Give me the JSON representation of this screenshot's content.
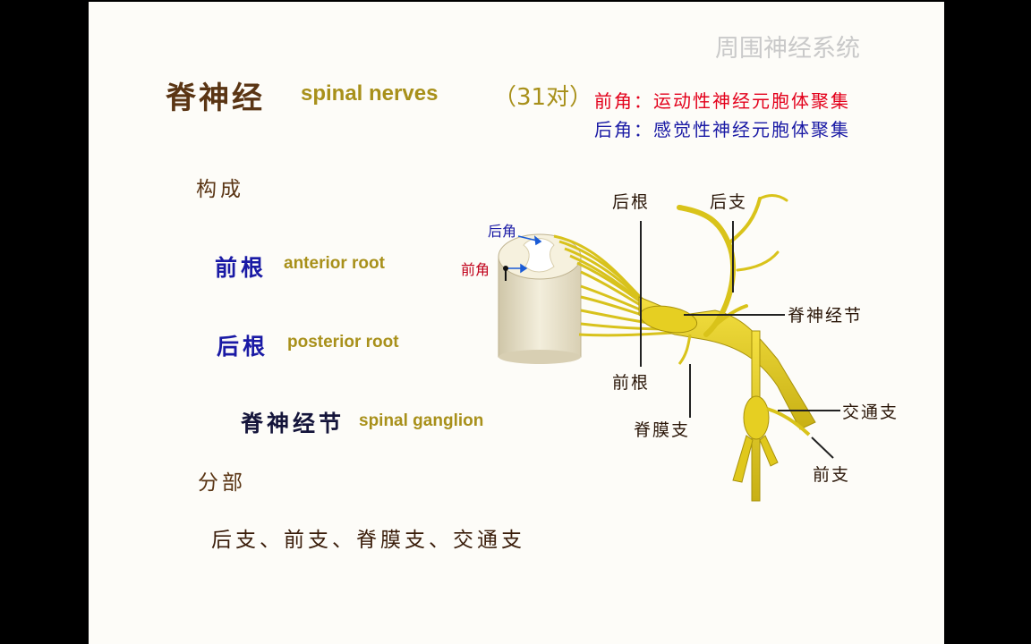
{
  "watermark": "周围神经系统",
  "title": {
    "cn": "脊神经",
    "en": "spinal nerves",
    "count": "（31对）"
  },
  "horns": {
    "anterior": "前角：运动性神经元胞体聚集",
    "posterior": "后角：感觉性神经元胞体聚集"
  },
  "composition": {
    "heading": "构成",
    "items": [
      {
        "cn": "前根",
        "en": "anterior root"
      },
      {
        "cn": "后根",
        "en": "posterior root"
      },
      {
        "cn": "脊神经节",
        "en": "spinal ganglion"
      }
    ]
  },
  "parts": {
    "heading": "分部",
    "branches": "后支、前支、脊膜支、交通支"
  },
  "diagram": {
    "labels": {
      "posterior_horn": "后角",
      "anterior_horn": "前角",
      "posterior_root": "后根",
      "posterior_branch": "后支",
      "spinal_ganglion": "脊神经节",
      "anterior_root": "前根",
      "meningeal_branch": "脊膜支",
      "communicating_branch": "交通支",
      "anterior_branch": "前支"
    },
    "colors": {
      "nerve": "#e8d21a",
      "nerve_dark": "#b8a010",
      "cord": "#f2ecd8",
      "arrow": "#1a5bd6"
    }
  },
  "colors": {
    "title": "#5a3514",
    "english_terms": "#a8901a",
    "red": "#e3001b",
    "blue": "#1a1aa5",
    "background": "#fdfcf8"
  }
}
